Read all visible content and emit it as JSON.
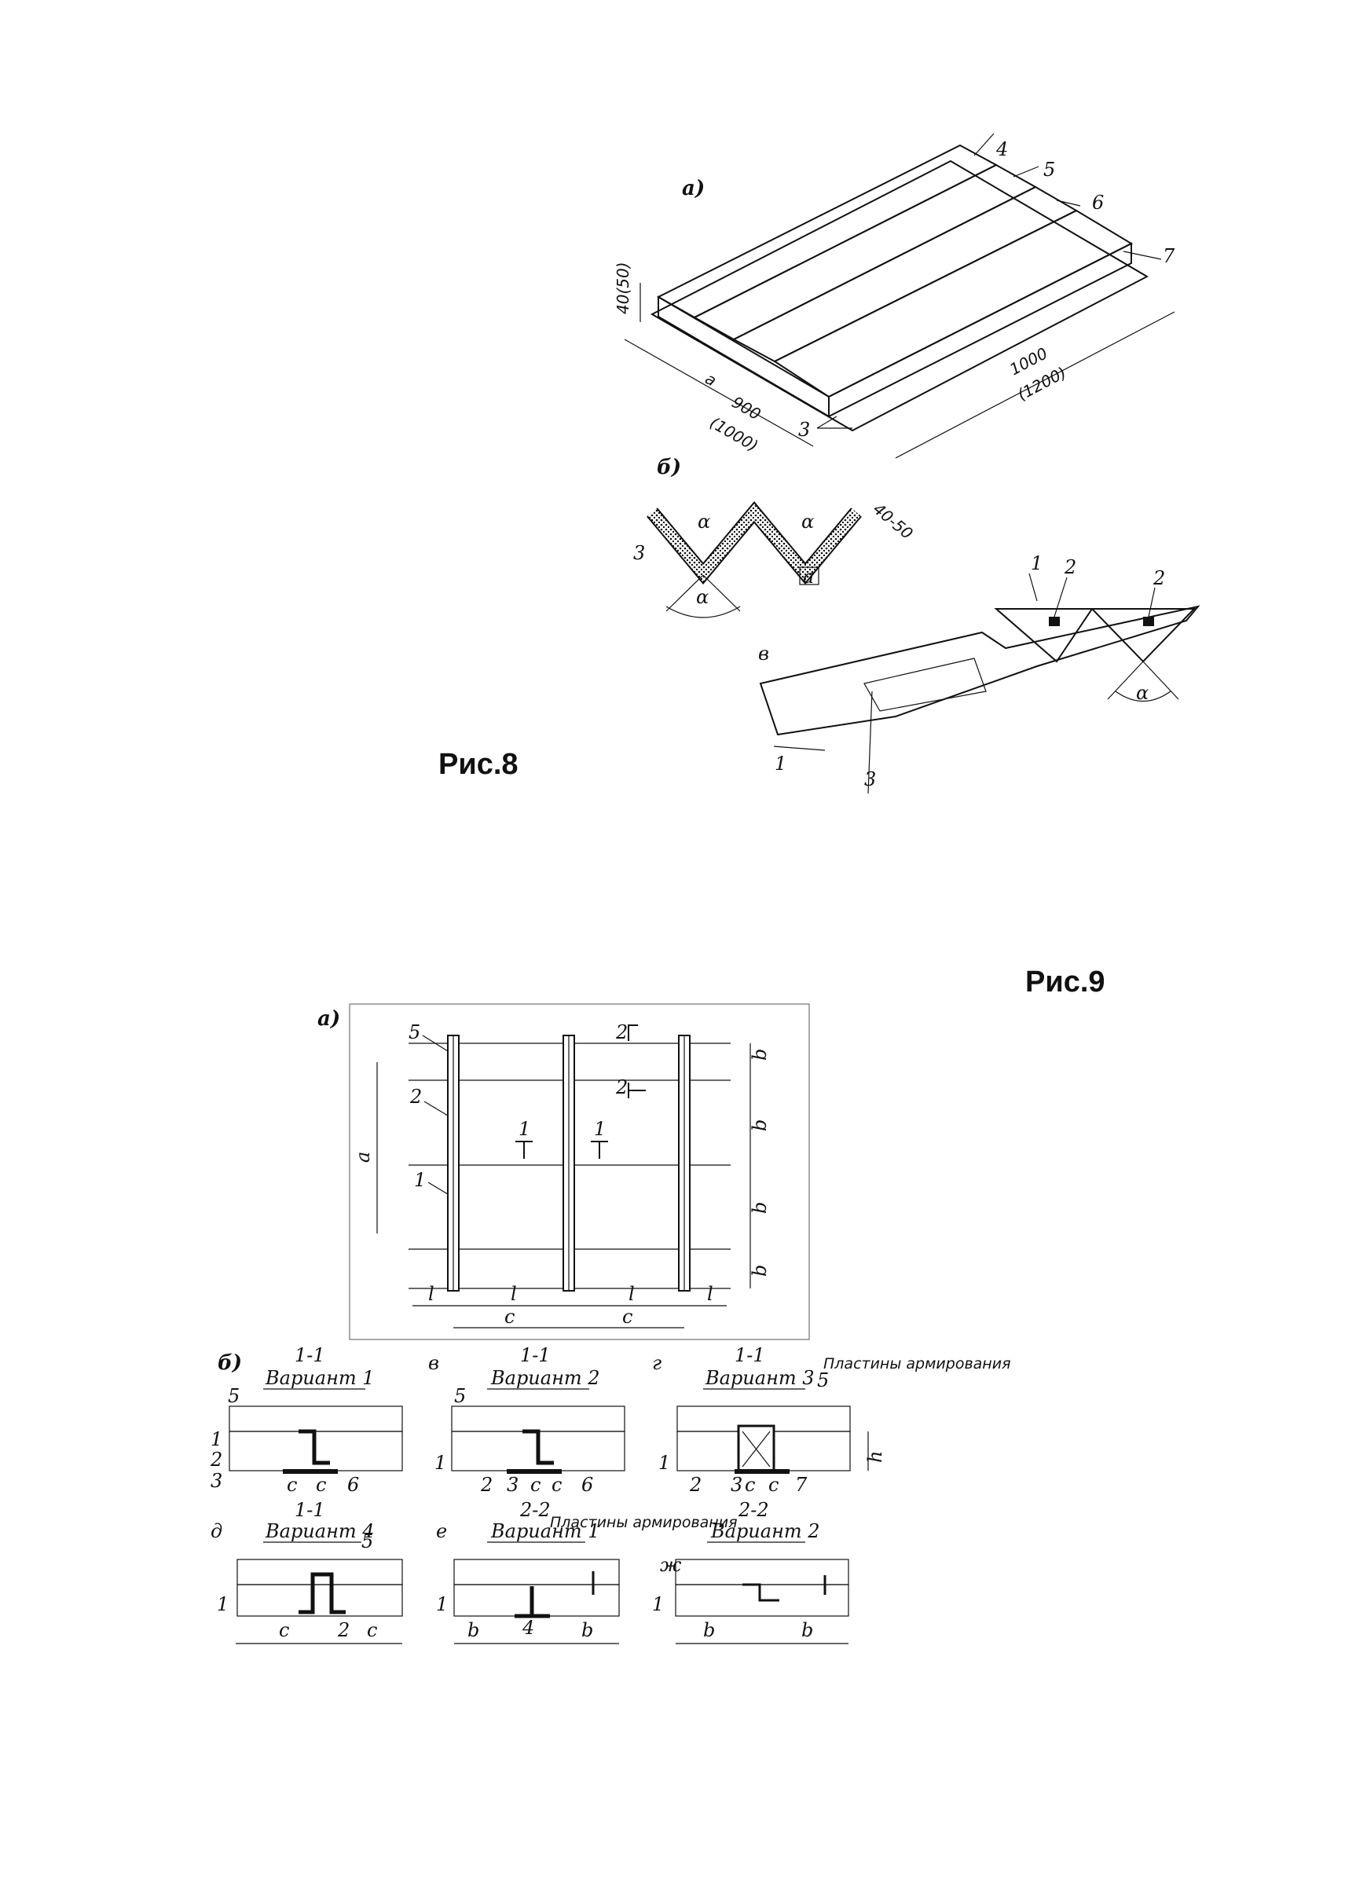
{
  "captions": {
    "fig8": "Рис.8",
    "fig9": "Рис.9"
  },
  "fig8": {
    "part_a": "а)",
    "part_b": "б)",
    "part_v": "в",
    "callouts": [
      "4",
      "5",
      "6",
      "7",
      "3"
    ],
    "dims": {
      "thickness": "40(50)",
      "gap": "а",
      "width": "900",
      "width_alt": "(1000)",
      "length": "1000",
      "length_alt": "(1200)"
    },
    "b_dims": {
      "thickness": "40-50",
      "angle": "α",
      "gap": "а",
      "label3": "3"
    },
    "v_callouts": [
      "1",
      "2",
      "2",
      "1",
      "3"
    ],
    "v_angle": "α"
  },
  "fig9": {
    "part_a": "а)",
    "plan_callouts": [
      "5",
      "2",
      "1"
    ],
    "plan_dims": {
      "a": "а",
      "b": "b",
      "l": "l",
      "c": "с"
    },
    "section_marks": [
      "1",
      "1",
      "2",
      "2"
    ],
    "details": [
      {
        "letter": "б)",
        "section": "1-1",
        "variant": "Вариант 1",
        "callouts": [
          "5",
          "1",
          "2",
          "3"
        ],
        "dims": [
          "с",
          "с",
          "6"
        ]
      },
      {
        "letter": "в",
        "section": "1-1",
        "variant": "Вариант 2",
        "callouts": [
          "5",
          "1",
          "2",
          "3"
        ],
        "dims": [
          "с",
          "с",
          "6"
        ]
      },
      {
        "letter": "г",
        "section": "1-1",
        "variant": "Вариант 3",
        "callouts": [
          "5",
          "1",
          "2",
          "3",
          "7"
        ],
        "dims": [
          "с",
          "с",
          "h"
        ],
        "note": "Пластины армирования"
      },
      {
        "letter": "д",
        "section": "1-1",
        "variant": "Вариант 4",
        "callouts": [
          "5",
          "1",
          "2"
        ],
        "dims": [
          "с",
          "с"
        ]
      },
      {
        "letter": "е",
        "section": "2-2",
        "variant": "Вариант 1",
        "callouts": [
          "1",
          "4"
        ],
        "dims": [
          "b",
          "b"
        ],
        "note": "Пластины армирования"
      },
      {
        "letter": "ж",
        "section": "2-2",
        "variant": "Вариант 2",
        "callouts": [
          "1"
        ],
        "dims": [
          "b",
          "b"
        ]
      }
    ]
  }
}
